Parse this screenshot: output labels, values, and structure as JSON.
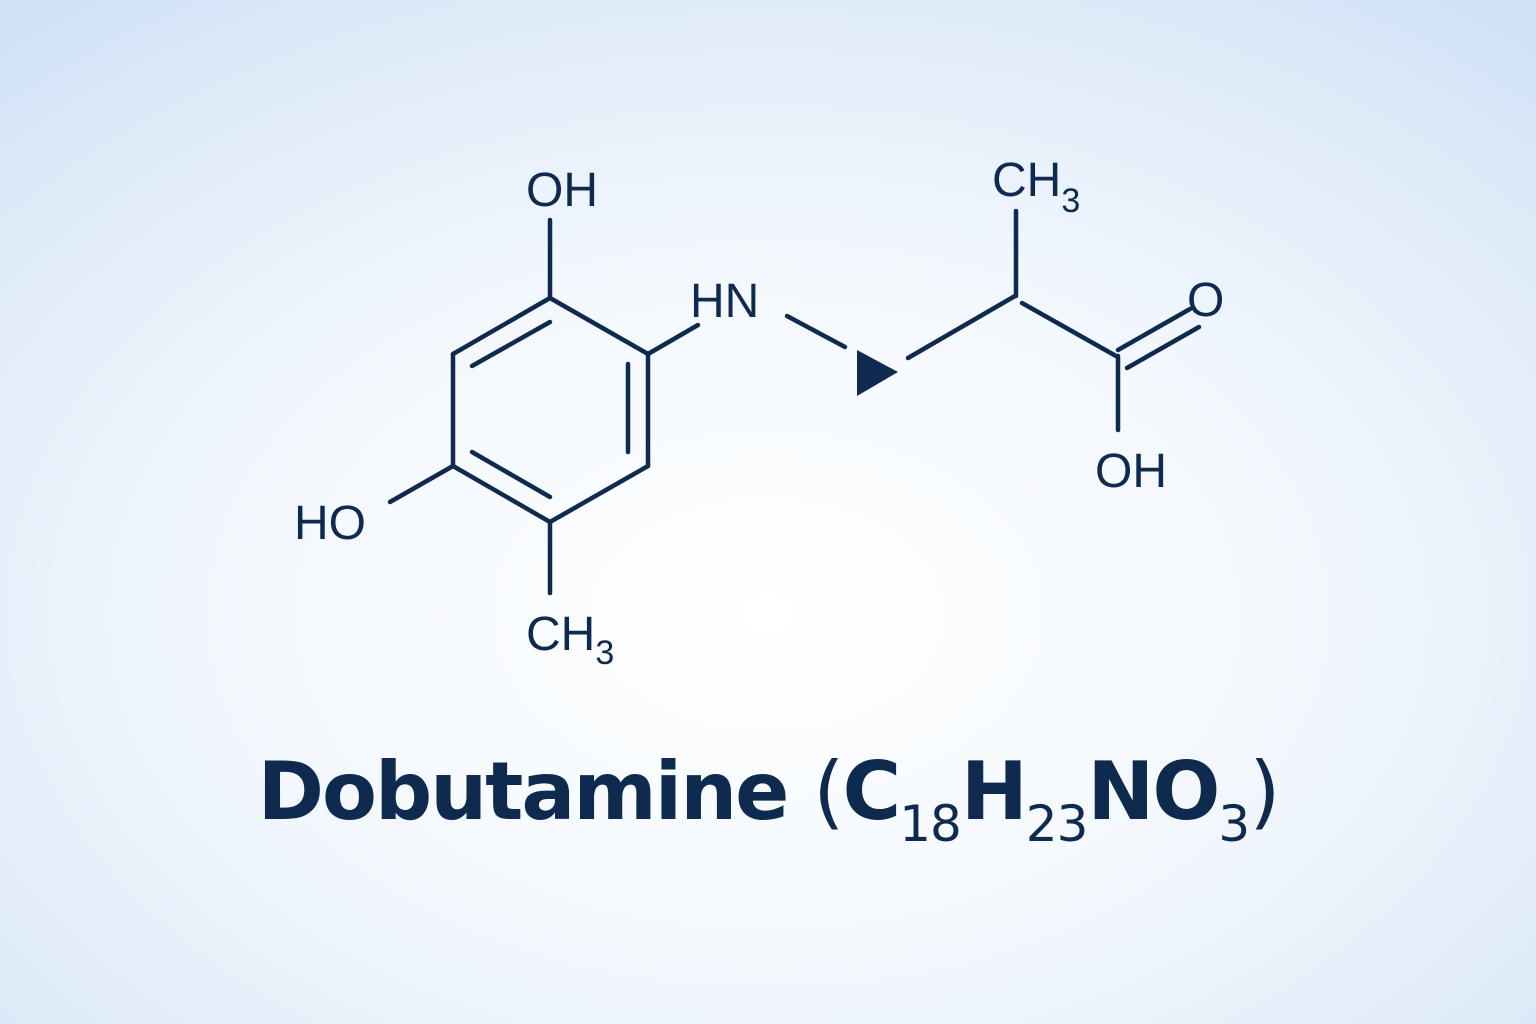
{
  "diagram": {
    "type": "chemical-structure",
    "compound_name": "Dobutamine",
    "formula": {
      "open_paren": "(",
      "parts": [
        {
          "element": "C",
          "count": "18"
        },
        {
          "element": "H",
          "count": "23"
        },
        {
          "element": "N",
          "count": ""
        },
        {
          "element": "O",
          "count": "3"
        }
      ],
      "close_paren": ")"
    },
    "labels": {
      "oh_top": "OH",
      "ho_left": "HO",
      "ch3_bottom_main": "CH",
      "ch3_bottom_sub": "3",
      "hn": "HN",
      "ch3_top_main": "CH",
      "ch3_top_sub": "3",
      "carbonyl_o": "O",
      "acid_oh": "OH"
    },
    "colors": {
      "ink": "#0f2a4f",
      "background_center": "#ffffff",
      "background_edge": "#d0e2f7"
    }
  }
}
